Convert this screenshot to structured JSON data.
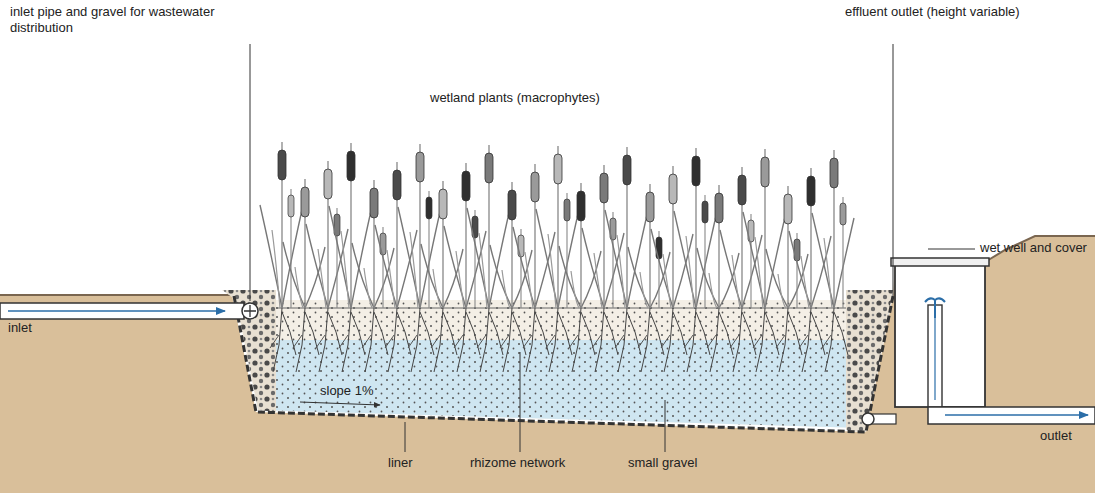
{
  "diagram": {
    "labels": [
      "inlet pipe and gravel for wastewater distribution",
      "effluent outlet (height variable)",
      "wetland plants (macrophytes)",
      "wet well and cover",
      "inlet",
      "slope 1%",
      "liner",
      "rhizome network",
      "small gravel",
      "outlet"
    ]
  }
}
